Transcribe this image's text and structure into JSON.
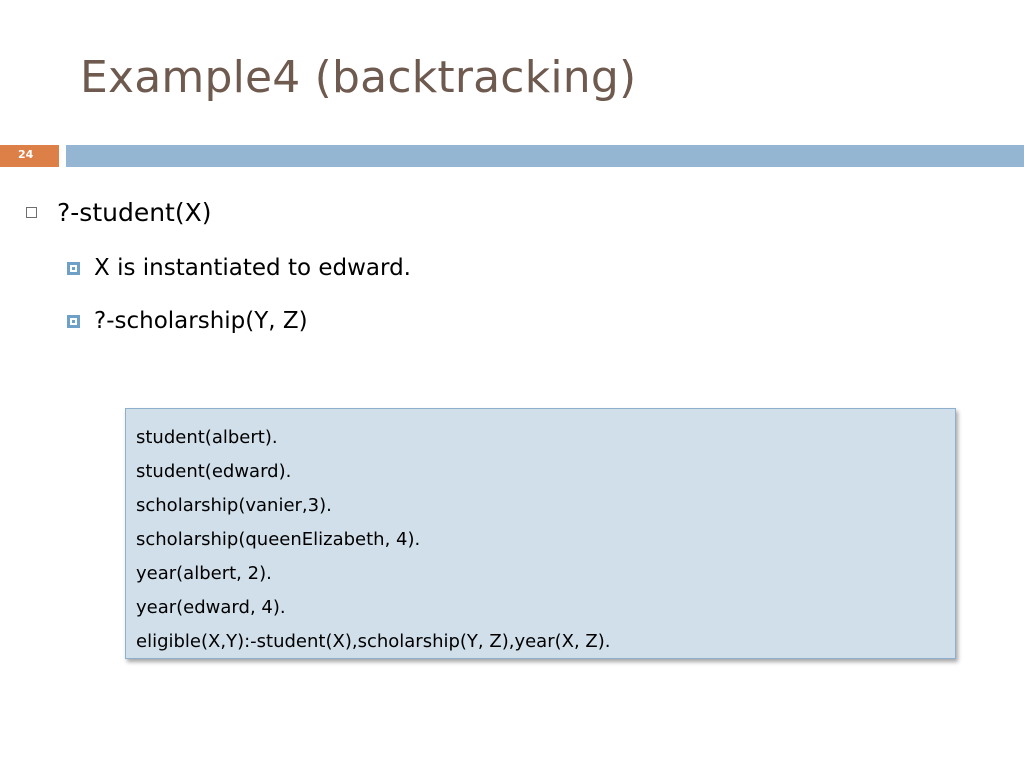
{
  "slide": {
    "title": "Example4 (backtracking)",
    "number": "24"
  },
  "bullets": {
    "level1": {
      "text": "?-student(X)"
    },
    "level2": [
      {
        "text": "X is instantiated to edward."
      },
      {
        "text": "?-scholarship(Y, Z)"
      }
    ]
  },
  "code_box": {
    "lines": [
      "student(albert).",
      "student(edward).",
      "scholarship(vanier,3).",
      "scholarship(queenElizabeth, 4).",
      "year(albert, 2).",
      "year(edward, 4).",
      "eligible(X,Y):-student(X),scholarship(Y, Z),year(X, Z)."
    ]
  },
  "colors": {
    "title": "#6e5a4e",
    "slide_number_bg": "#dd8047",
    "header_bar": "#94b6d2",
    "bullet_marker": "#6fa0c8",
    "code_box_bg": "#d0dfea",
    "code_box_border": "#8eb0cc"
  },
  "icons": {
    "level1_marker": "hollow-square-bullet-icon",
    "level2_marker": "filled-square-bullet-icon"
  }
}
